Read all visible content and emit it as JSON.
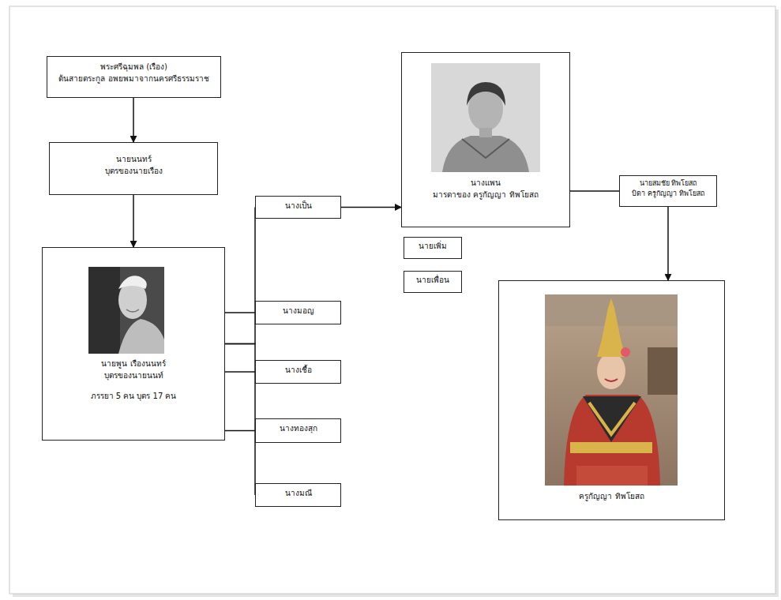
{
  "diagram": {
    "nodes": [
      {
        "text": [
          "พระศรีฉุมพล (เรือง)",
          "ต้นสายตระกูล อพยพมาจากนครศรีธรรมราช"
        ]
      },
      {
        "text": [
          "นายนนทร์",
          "บุตรของนายเรือง"
        ]
      },
      {
        "text": [
          "นายพูน เรืองนนทร์",
          "บุตรของนายนนท์",
          "ภรรยา 5 คน บุตร 17 คน"
        ]
      },
      {
        "text": [
          "นางเป็น"
        ]
      },
      {
        "text": [
          "นางมอญ"
        ]
      },
      {
        "text": [
          "นางเชื้อ"
        ]
      },
      {
        "text": [
          "นางทองสุก"
        ]
      },
      {
        "text": [
          "นางมณี"
        ]
      },
      {
        "text": [
          "นางแพน",
          "มารดาของ ครูกัญญา ทิพโยสถ"
        ]
      },
      {
        "text": [
          "นายเพิ่ม"
        ]
      },
      {
        "text": [
          "นายเพื่อน"
        ]
      },
      {
        "text": [
          "นายสมชัย ทิพโยสถ",
          "บิดา ครูกัญญา ทิพโยสถ"
        ]
      },
      {
        "text": [
          "ครูกัญญา ทิพโยสถ"
        ]
      }
    ],
    "edges": [
      {
        "from": 0,
        "to": 1,
        "arrow": "to"
      },
      {
        "from": 1,
        "to": 2,
        "arrow": "to"
      },
      {
        "from": 2,
        "to": 3,
        "arrow": "none"
      },
      {
        "from": 2,
        "to": 4,
        "arrow": "none"
      },
      {
        "from": 2,
        "to": 5,
        "arrow": "none"
      },
      {
        "from": 2,
        "to": 6,
        "arrow": "none"
      },
      {
        "from": 2,
        "to": 7,
        "arrow": "none"
      },
      {
        "from": 3,
        "to": 8,
        "arrow": "to"
      },
      {
        "from": 8,
        "to": 11,
        "arrow": "none"
      },
      {
        "from": 11,
        "to": 12,
        "arrow": "to"
      }
    ]
  }
}
